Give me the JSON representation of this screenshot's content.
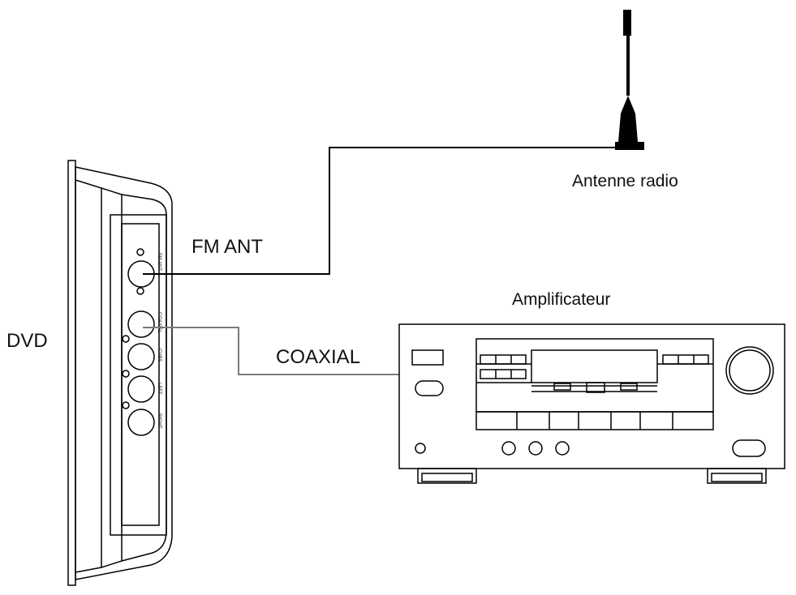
{
  "labels": {
    "dvd": "DVD",
    "fm_ant": "FM ANT",
    "coaxial": "COAXIAL",
    "antenna": "Antenne radio",
    "amplifier": "Amplificateur"
  },
  "panel_port_labels": {
    "fm": "FM ANT",
    "coaxial": "COAXIAL",
    "cvbs": "CVBS",
    "left": "LEFT",
    "right": "RIGHT"
  },
  "colors": {
    "line": "#000000",
    "coax_cable": "#7a7a7a",
    "background": "#ffffff"
  }
}
